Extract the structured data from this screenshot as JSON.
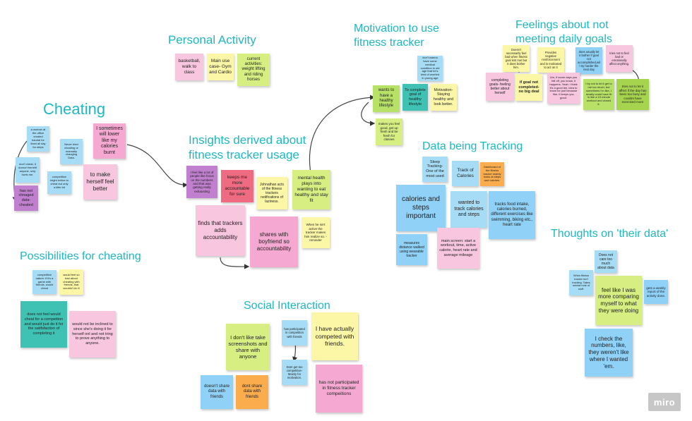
{
  "titles": {
    "personal_activity": "Personal Activity",
    "motivation": "Motivation to use fitness tracker",
    "feelings": "Feelings about not meeting daily goals",
    "cheating": "Cheating",
    "insights": "Insights derived about fitness tracker usage",
    "data_tracking": "Data being Tracking",
    "thoughts": "Thoughts on 'their data'",
    "possibilities": "Possibilities for cheating",
    "social": "Social Interaction"
  },
  "notes": {
    "pa1": "basketball, walk to class",
    "pa2": "Main use case- Gym and Cardio",
    "pa3": "current activities: weight lifting and riding horses",
    "mo1": "wants to have a healthy lifestyle",
    "mo2": "don't wanna have some medical condition in old age that he's kind of worried in young age",
    "mo3": "To complete goal of healthy lifestyle",
    "mo4": "Motivation- Staying healthy and look better.",
    "mo5": "makes you feel good, get up fresh and be fresh for classes",
    "fe1": "Doesn't necessarily feel bad when fitness goal isnt met but it does bother him.",
    "fe2": "Provides negative reinforcement and is motivated to act on it",
    "fe3": "does usually let it bother if goal not accomplished,will try harder the next day",
    "fe4": "tries not to feel bad or emotionally affect anything.",
    "fe5": "completing goals- feeling better about herself",
    "fe6": "if goal not completed- no big deal",
    "fe7": "Um, if some days you fall off, you know, it happens. Yeah. I think it's a good lee, idea to know for just because like, it keeps you good.",
    "fe8": "I try not to let it get to me too much, but sometimes I'm like, I mostly could have fit in like a 15 minute workout and closed it.",
    "fe9": "tries not to let it affect if the day has been too busy and couldnt have exercised more",
    "ch1": "a woman at the office created tutorial for fixed all day for steps",
    "ch2": "Never tried cheating or manually changing Data.",
    "ch3": "I sometimes will lower like my calories burnt",
    "ch4": "don't cheat, it doesn't benefit anyone, only hurts me.",
    "ch5": "competition might entice to cheat but only a little bit",
    "ch6": "has not chnaged data- cheated",
    "ch7": "to make herself feel better",
    "in1": "I feel like a lot of people like focus on the numbers and that was getting really exhausting",
    "in2": "keeps me more accountable for sure",
    "in3": "Johnathan acts of the fitness trackers notifications of laziness.",
    "in4": "mental health plays into wanting to eat healthy and stay fit",
    "in5": "finds that trackers adds accountability",
    "in6": "shares with boyfriend so accountability",
    "in7": "When he isn't active the tracker makes him realize so. - reminder",
    "dt1": "Sleep Tracking- One of the most used",
    "dt2": "Track of Calories",
    "dt3": "Dashboard of the fitness tracker mainly looks at steps and calories.",
    "dt4": "calories and steps important",
    "dt5": "wanted to track calories and steps",
    "dt6": "tracks food intake, calories burned, different exercises like swimming, biking etc., heart rate",
    "dt7": "measures distance walked using wearable tracker",
    "dt8": "main screen: start a workout, time, active calorie, heart rate and average mileage",
    "th1": "Does not care too much about data",
    "th2": "When fitness tracker isn't tracking. Takes mental note of stuff.",
    "th3": "feel like I was more comparing myself to what they were doing",
    "th4": "gets a weekly report of the activity done.",
    "th5": "I check the numbers, like, they weren't like where I wanted 'em.",
    "po1": "competitive nature: if it's a game with friends, would cheat",
    "po2": "would feel so bad about cheating with friends, that wouldn't do it",
    "po3": "does not feel would cheat for a competiton and would just do it for the satifsfaction of completing it",
    "po4": "would not be inclined to since she's doing it for herself onl and not tring to prove anything to anyone.",
    "so1": "I don't like take screenshots and share with anyone",
    "so2": "has participated in competition with friends",
    "so3": "I have actually competed with friends.",
    "so4": "doesn't share data with friends",
    "so5": "dont share data with friends",
    "so6": "Dont get too competitive- Mainly for motivation.",
    "so7": "has not participated in fitness tracker compeitions"
  },
  "logo": "miro"
}
